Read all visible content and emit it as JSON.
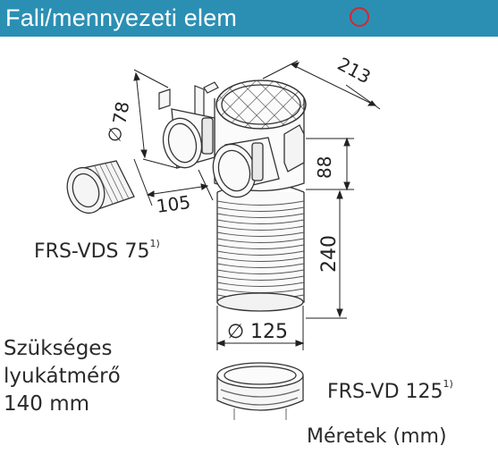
{
  "header": {
    "title": "Fali/mennyezeti elem",
    "mark_color": "#d9252f",
    "background_color": "#2b8fb3"
  },
  "dimensions": {
    "top_length": "213",
    "pipe_diameter_small": "78",
    "diameter_symbol": "∅",
    "side_length": "105",
    "outlet_height": "88",
    "body_height": "240",
    "bottom_diameter": "125"
  },
  "parts": {
    "adapter_small": {
      "name": "FRS-VDS 75",
      "footnote": "1)"
    },
    "adapter_large": {
      "name": "FRS-VD 125",
      "footnote": "1)"
    }
  },
  "note": {
    "line1": "Szükséges",
    "line2": "lyukátmérő",
    "line3": "140 mm"
  },
  "units_note": "Méretek (mm)"
}
